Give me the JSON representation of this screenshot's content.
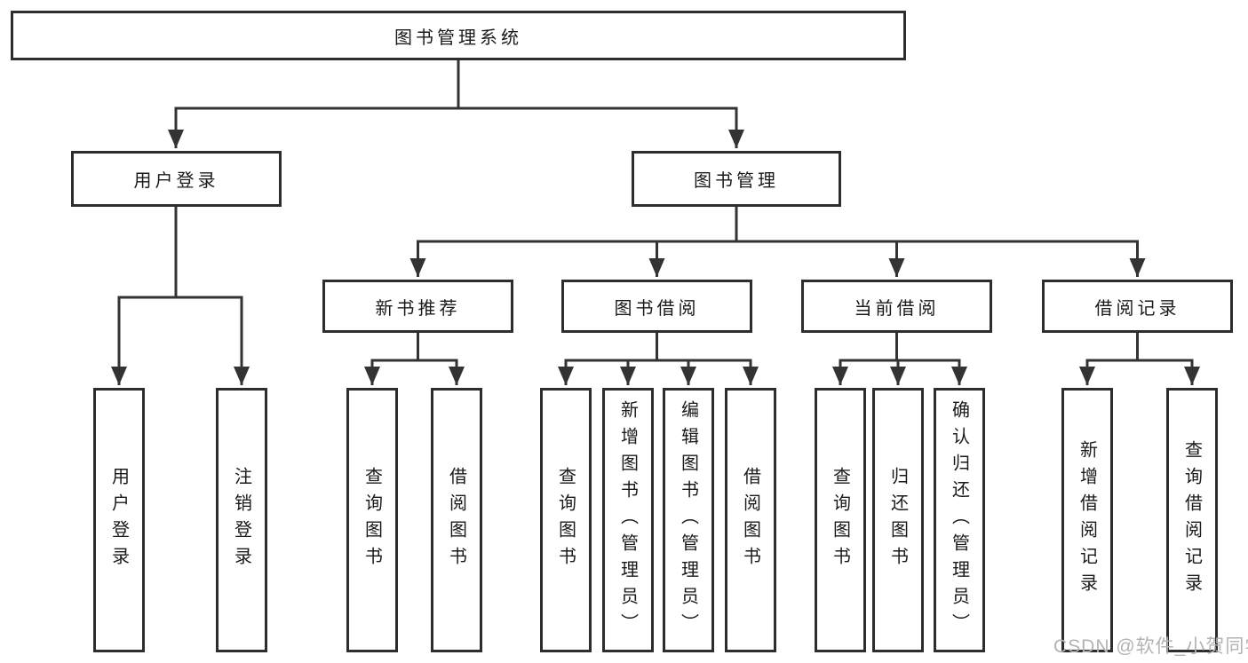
{
  "diagram_title": "图书管理系统",
  "tree": {
    "label": "图书管理系统",
    "children": [
      {
        "label": "用户登录",
        "children": [
          {
            "label": "用户登录"
          },
          {
            "label": "注销登录"
          }
        ]
      },
      {
        "label": "图书管理",
        "children": [
          {
            "label": "新书推荐",
            "children": [
              {
                "label": "查询图书"
              },
              {
                "label": "借阅图书"
              }
            ]
          },
          {
            "label": "图书借阅",
            "children": [
              {
                "label": "查询图书"
              },
              {
                "label": "新增图书（管理员）"
              },
              {
                "label": "编辑图书（管理员）"
              },
              {
                "label": "借阅图书"
              }
            ]
          },
          {
            "label": "当前借阅",
            "children": [
              {
                "label": "查询图书"
              },
              {
                "label": "归还图书"
              },
              {
                "label": "确认归还（管理员）"
              }
            ]
          },
          {
            "label": "借阅记录",
            "children": [
              {
                "label": "新增借阅记录"
              },
              {
                "label": "查询借阅记录"
              }
            ]
          }
        ]
      }
    ]
  },
  "watermark": {
    "text": "CSDN @软件_小贺同学"
  },
  "colors": {
    "background": "#ffffff",
    "line": "#333333",
    "box_border": "#2d2d2d",
    "text": "#1a1a1a",
    "watermark": "#b3b3b3"
  }
}
